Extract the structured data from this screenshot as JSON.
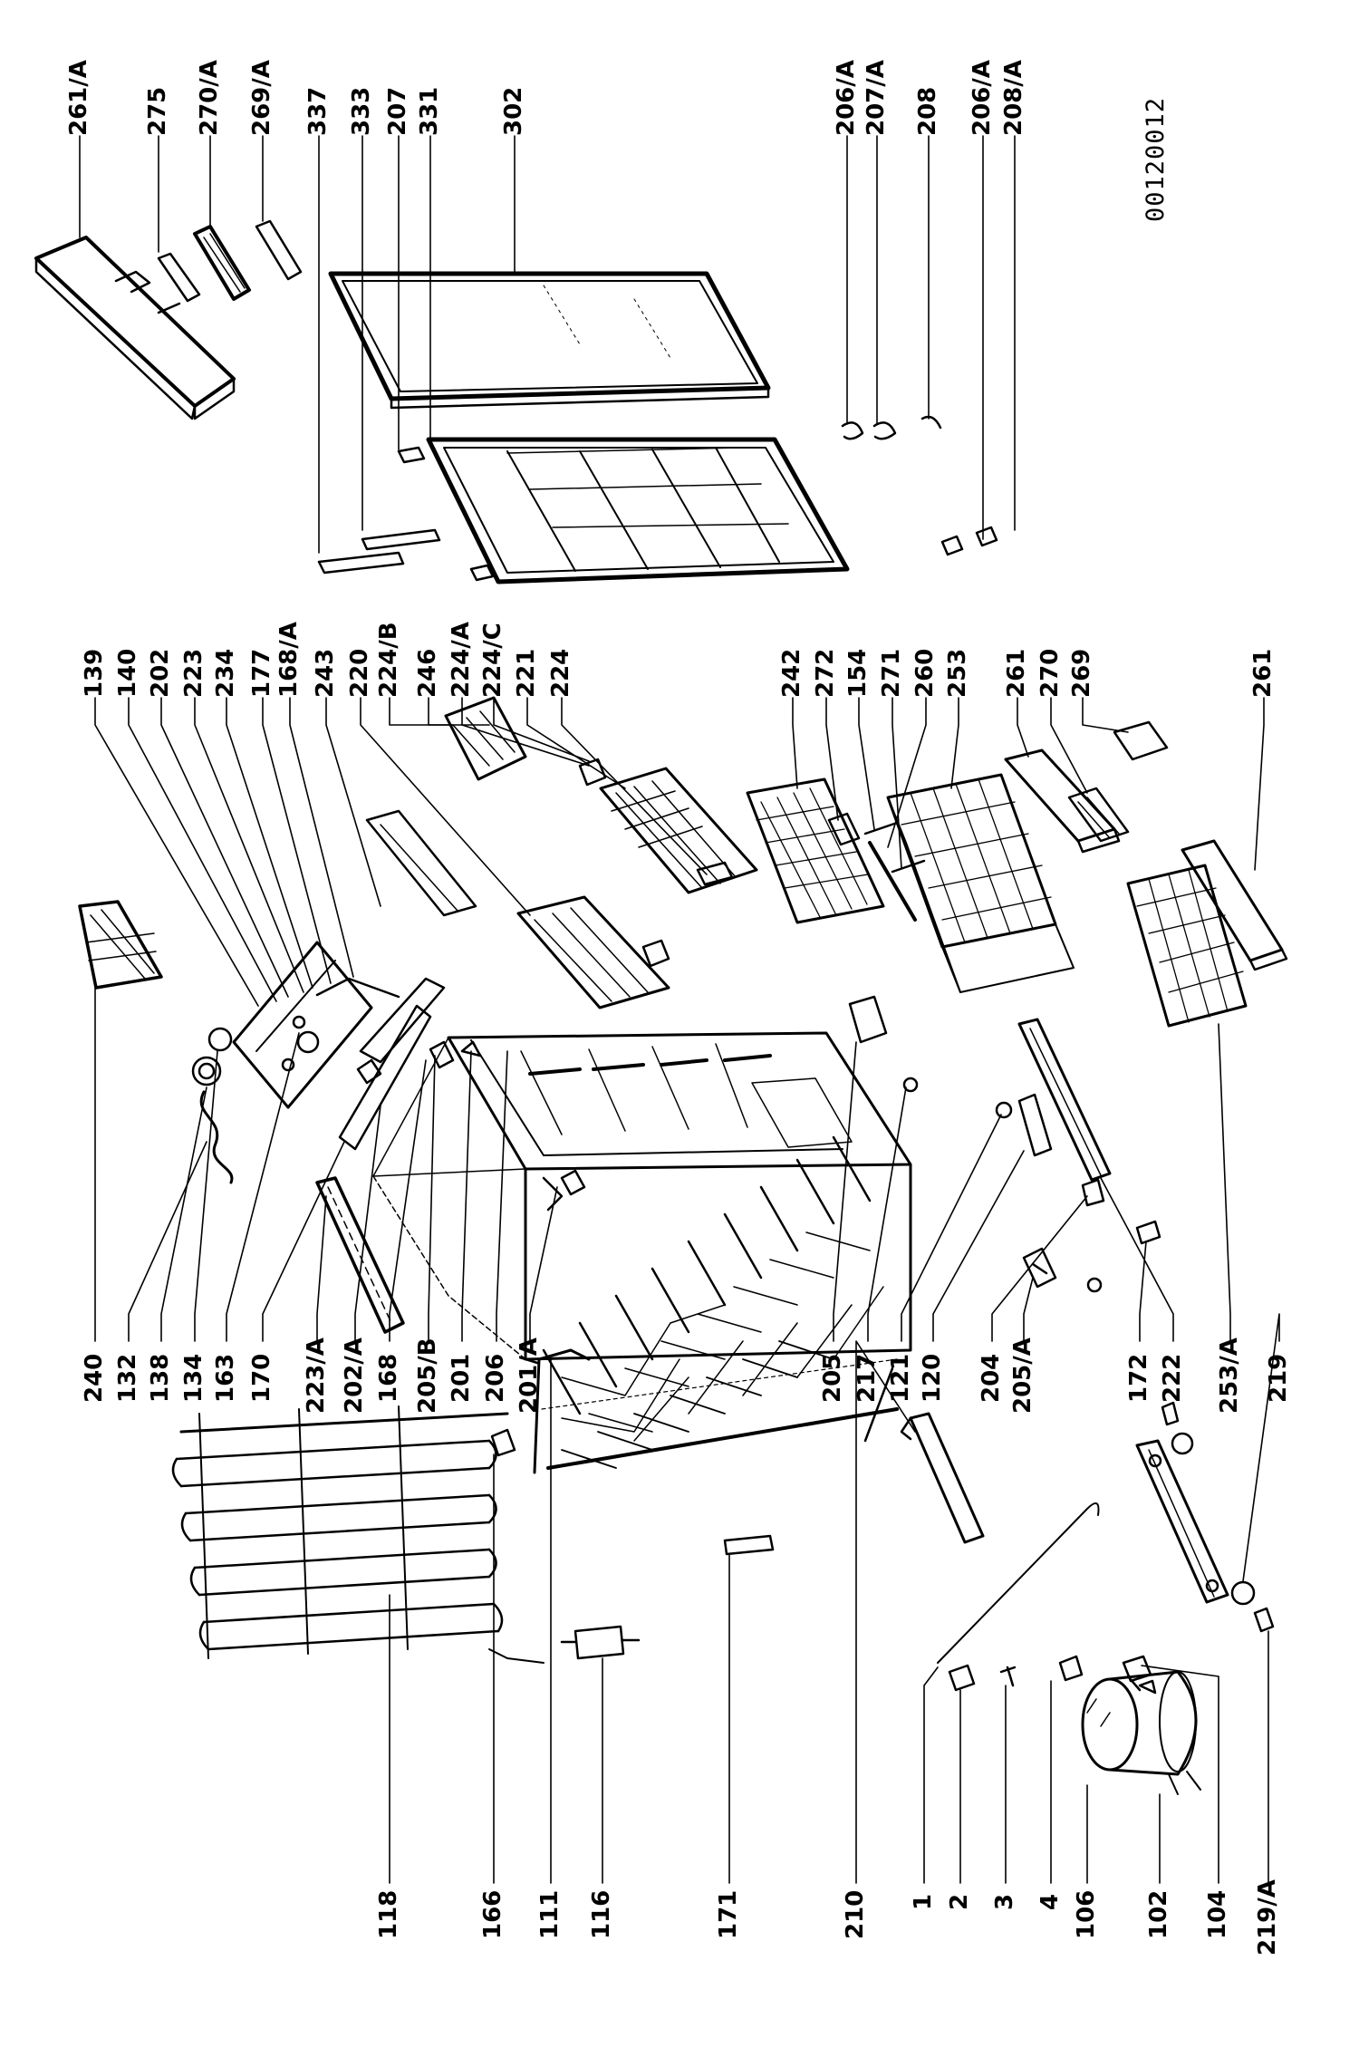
{
  "diagram": {
    "code": "00120012",
    "labels": {
      "top_row": [
        "261/A",
        "275",
        "270/A",
        "269/A",
        "337",
        "333",
        "207",
        "331",
        "302",
        "206/A",
        "207/A",
        "208",
        "206/A",
        "208/A"
      ],
      "middle_top": [
        "139",
        "140",
        "202",
        "223",
        "234",
        "177",
        "168/A",
        "243",
        "220",
        "224/B",
        "246",
        "224/A",
        "224/C",
        "221",
        "224",
        "242",
        "272",
        "154",
        "271",
        "260",
        "253",
        "261",
        "270",
        "269",
        "261"
      ],
      "middle_bottom": [
        "240",
        "132",
        "138",
        "134",
        "163",
        "170",
        "223/A",
        "202/A",
        "168",
        "205/B",
        "201",
        "206",
        "201/A",
        "205",
        "217",
        "121",
        "120",
        "204",
        "205/A",
        "172",
        "222",
        "253/A",
        "219"
      ],
      "bottom_row": [
        "118",
        "166",
        "111",
        "116",
        "171",
        "210",
        "1",
        "2",
        "3",
        "4",
        "106",
        "102",
        "104",
        "219/A"
      ]
    }
  }
}
